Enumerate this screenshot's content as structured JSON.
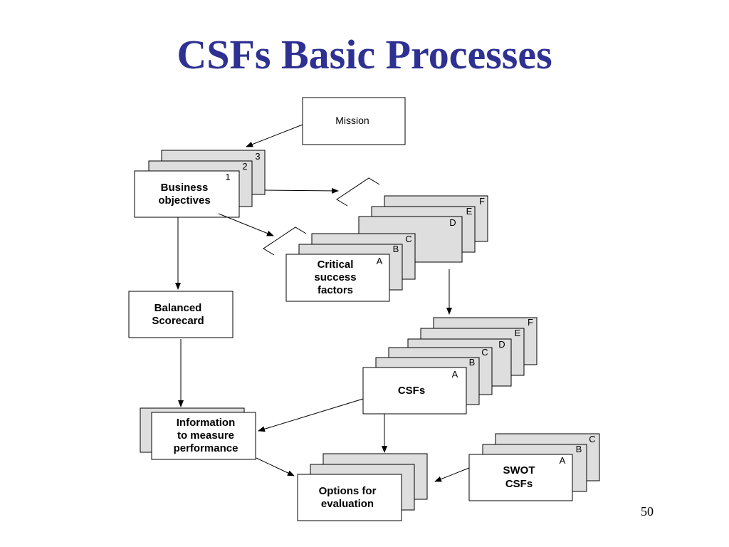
{
  "title": "CSFs Basic Processes",
  "page_number": "50",
  "diagram": {
    "mission": "Mission",
    "business_objectives": {
      "line1": "Business",
      "line2": "objectives",
      "stack_tags": [
        "1",
        "2",
        "3"
      ]
    },
    "critical_success_factors": {
      "line1": "Critical",
      "line2": "success",
      "line3": "factors",
      "stack_tags": [
        "A",
        "B",
        "C",
        "D",
        "E",
        "F"
      ]
    },
    "balanced_scorecard": {
      "line1": "Balanced",
      "line2": "Scorecard"
    },
    "csfs": {
      "label": "CSFs",
      "stack_tags": [
        "A",
        "B",
        "C",
        "D",
        "E",
        "F"
      ]
    },
    "information": {
      "line1": "Information",
      "line2": "to measure",
      "line3": "performance"
    },
    "options": {
      "line1": "Options for",
      "line2": "evaluation"
    },
    "swot_csfs": {
      "line1": "SWOT",
      "line2": "CSFs",
      "stack_tags": [
        "A",
        "B",
        "C"
      ]
    }
  },
  "colors": {
    "title": "#2e3192",
    "stack_fill": "#dedede",
    "front_fill": "#ffffff",
    "stroke": "#000000"
  }
}
